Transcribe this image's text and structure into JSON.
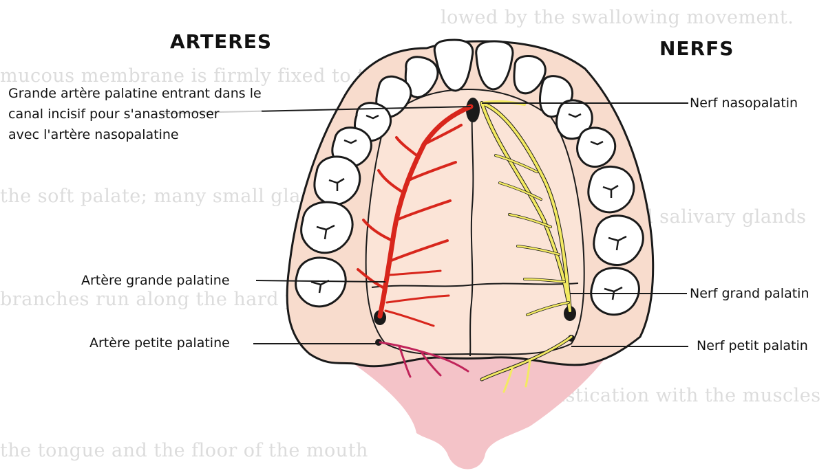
{
  "headings": {
    "left": "ARTERES",
    "right": "NERFS"
  },
  "labels": {
    "grande_arriere": {
      "line1": "Grande artère palatine entrant dans le",
      "line2": "canal incisif pour s'anastomoser",
      "line3": "avec l'artère nasopalatine"
    },
    "grande": "Artère grande palatine",
    "petite": "Artère petite palatine",
    "nerf_nasopalatin": "Nerf nasopalatin",
    "nerf_grand": "Nerf grand palatin",
    "nerf_petit": "Nerf petit palatin"
  },
  "colors": {
    "artery": "#d8261c",
    "artery_small": "#c0245a",
    "nerve": "#f3ea62",
    "palate": "#f8d8c8",
    "soft_tissue": "#f4c3c8",
    "outline": "#1a1a1a"
  }
}
